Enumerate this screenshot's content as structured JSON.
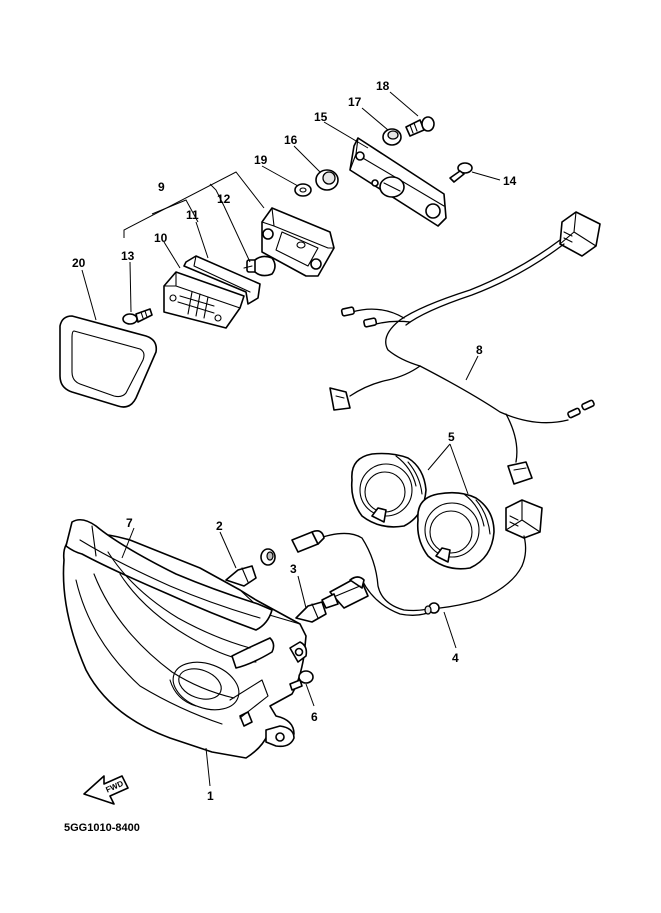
{
  "diagram_code": "5GG1010-8400",
  "fwd_label": "FWD",
  "callouts": [
    "1",
    "2",
    "3",
    "4",
    "5",
    "6",
    "7",
    "8",
    "9",
    "10",
    "11",
    "12",
    "13",
    "14",
    "15",
    "16",
    "17",
    "18",
    "19",
    "20"
  ]
}
